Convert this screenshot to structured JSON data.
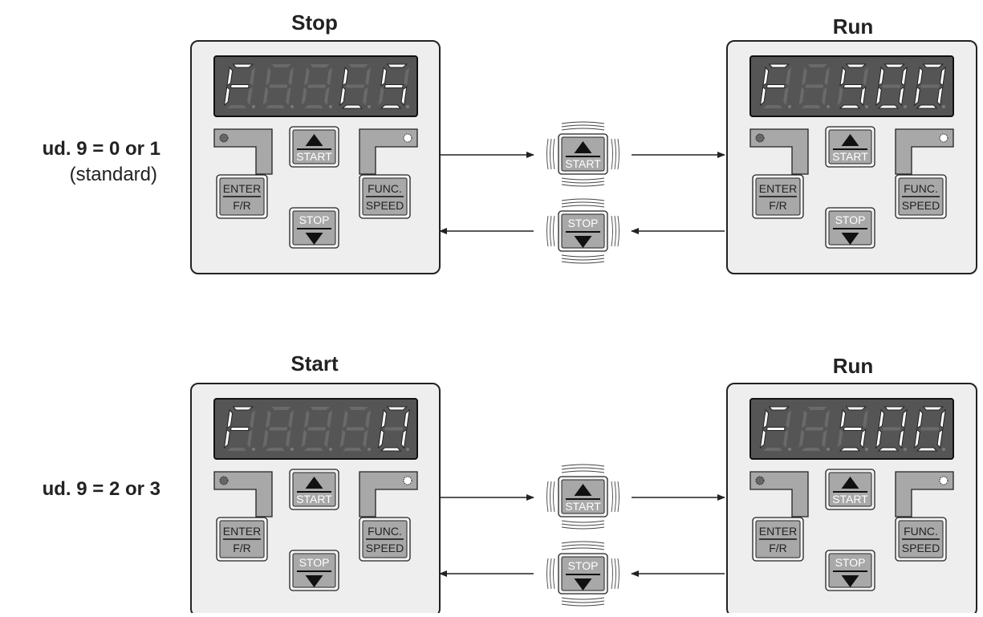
{
  "rows": [
    {
      "condition": "ud. 9 = 0 or 1",
      "condition_note": "(standard)",
      "left_panel": {
        "title": "Stop",
        "display": [
          "F",
          "",
          "",
          "L",
          "S"
        ]
      },
      "right_panel": {
        "title": "Run",
        "display": [
          "F",
          "",
          "5",
          "0",
          "0"
        ]
      }
    },
    {
      "condition": "ud. 9 = 2 or 3",
      "condition_note": "",
      "left_panel": {
        "title": "Start",
        "display": [
          "F",
          "",
          "",
          "",
          "0"
        ]
      },
      "right_panel": {
        "title": "Run",
        "display": [
          "F",
          "",
          "5",
          "0",
          "0"
        ]
      }
    }
  ],
  "buttons": {
    "start": "START",
    "stop": "STOP",
    "enter_top": "ENTER",
    "enter_bottom": "F/R",
    "func_top": "FUNC.",
    "func_bottom": "SPEED"
  },
  "colors": {
    "panel_bg": "#eeeeee",
    "display_bg": "#555555",
    "key_fill": "#a8a8a8",
    "border": "#222222"
  }
}
